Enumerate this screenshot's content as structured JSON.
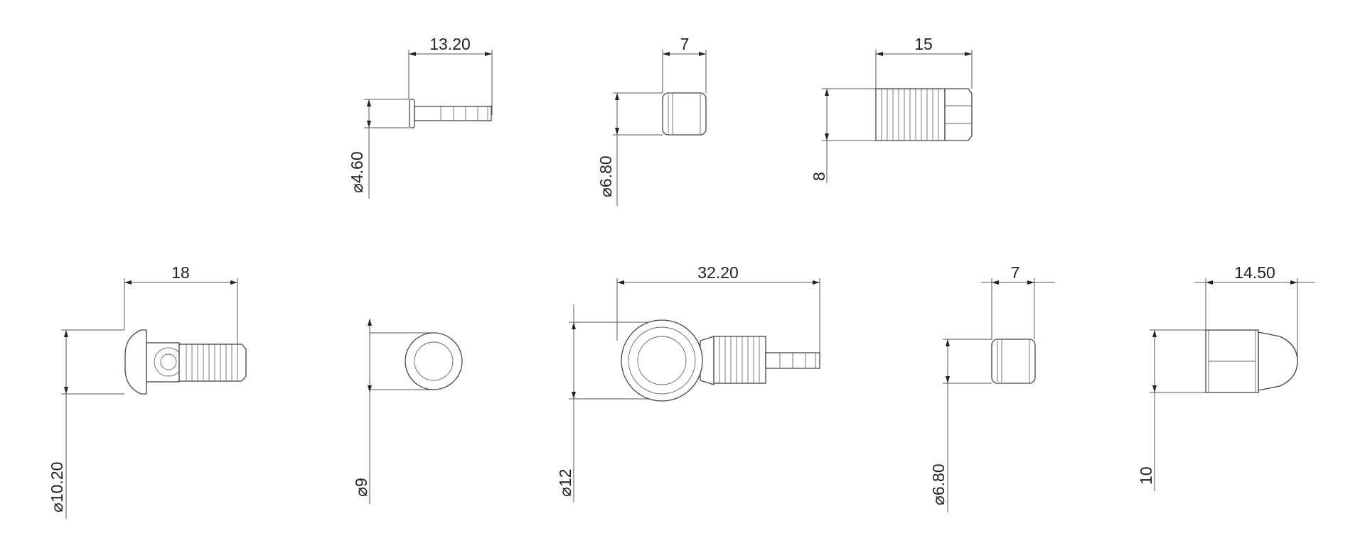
{
  "drawing": {
    "parts": [
      {
        "name": "barbed-insert",
        "length_label": "13.20",
        "diameter_label": "⌀4.60"
      },
      {
        "name": "olive-top",
        "length_label": "7",
        "diameter_label": "⌀6.80"
      },
      {
        "name": "threaded-nut",
        "length_label": "15",
        "height_label": "8"
      },
      {
        "name": "banjo-bolt",
        "length_label": "18",
        "diameter_label": "⌀10.20"
      },
      {
        "name": "washer-ring",
        "diameter_label": "⌀9"
      },
      {
        "name": "banjo-fitting",
        "length_label": "32.20",
        "diameter_label": "⌀12"
      },
      {
        "name": "olive-bottom",
        "length_label": "7",
        "diameter_label": "⌀6.80"
      },
      {
        "name": "hex-cone-nut",
        "length_label": "14.50",
        "height_label": "10"
      }
    ]
  }
}
